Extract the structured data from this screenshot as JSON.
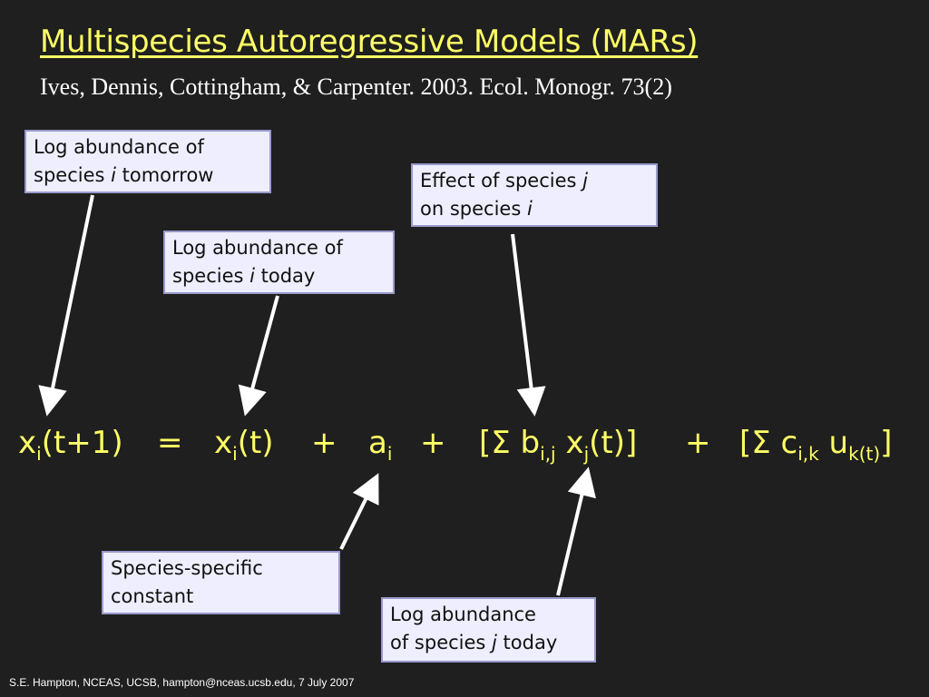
{
  "slide": {
    "title": "Multispecies Autoregressive Models (MARs)",
    "subtitle": "Ives, Dennis, Cottingham, & Carpenter. 2003. Ecol. Monogr. 73(2)",
    "footer": "S.E. Hampton, NCEAS, UCSB, hampton@nceas.ucsb.edu, 7 July 2007"
  },
  "callouts": {
    "tomorrow": {
      "line1": "Log abundance of",
      "pre": "species ",
      "var": "i",
      "post": " tomorrow"
    },
    "today_i": {
      "line1": "Log abundance of",
      "pre": "species ",
      "var": "i",
      "post": " today"
    },
    "effect": {
      "pre1": "Effect of species ",
      "var1": "j",
      "pre2": "on species ",
      "var2": "i"
    },
    "constant": {
      "line1": "Species-specific",
      "line2": "constant"
    },
    "today_j": {
      "line1": "Log abundance",
      "pre": "of species ",
      "var": "j",
      "post": " today"
    }
  },
  "equation": {
    "x": "x",
    "i": "i",
    "tplus1": "(t+1)",
    "equals": "=",
    "t": "(t)",
    "plus": "+",
    "a": "a",
    "lbracket_sigma": "[Σ b",
    "ij": "i,j",
    "j": "j",
    "close_sum": "(t)]",
    "lbracket_sigma_c": "[Σ c",
    "ik": "i,k",
    "u": " u",
    "kt": "k(t)",
    "rbracket": "]"
  },
  "colors": {
    "title": "#ffff66",
    "equation": "#ffff66",
    "background": "#1f1f1f",
    "box": "#eeeeff"
  }
}
